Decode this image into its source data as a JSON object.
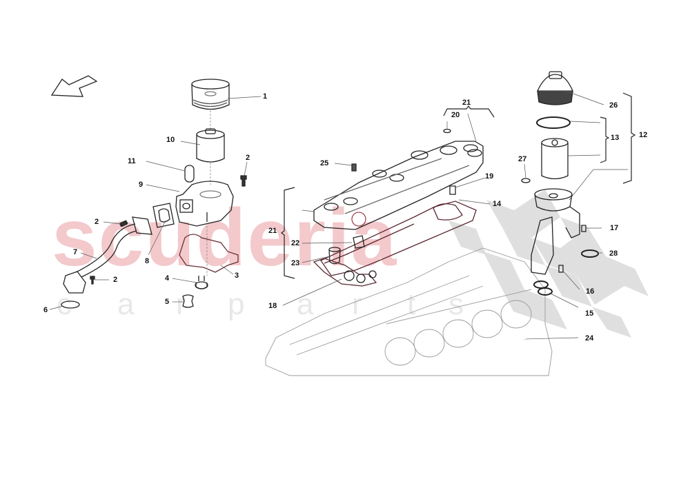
{
  "diagram": {
    "type": "exploded-parts-diagram",
    "subject": "Engine oil filter, oil filter housing, cylinder head cover and gaskets",
    "watermark": {
      "main_text": "scuderia",
      "sub_letters": [
        "c",
        "a",
        "r",
        "p",
        "a",
        "r",
        "t",
        "s"
      ],
      "main_color": "#f3c9cc",
      "sub_color": "#e8e8e8",
      "checker_color": "#d9d9d9"
    },
    "direction_arrow": "front-direction-arrow",
    "callouts": [
      {
        "id": "c1",
        "number": "1",
        "part": "oil filter cap"
      },
      {
        "id": "c2a",
        "number": "2",
        "part": "bolt (upper right)"
      },
      {
        "id": "c2b",
        "number": "2",
        "part": "bolt (pipe flange)"
      },
      {
        "id": "c2c",
        "number": "2",
        "part": "bolt (pipe elbow)"
      },
      {
        "id": "c3",
        "number": "3",
        "part": "housing gasket"
      },
      {
        "id": "c4",
        "number": "4",
        "part": "plug / valve"
      },
      {
        "id": "c5",
        "number": "5",
        "part": "seal sleeve"
      },
      {
        "id": "c6",
        "number": "6",
        "part": "o-ring"
      },
      {
        "id": "c7",
        "number": "7",
        "part": "oil pipe"
      },
      {
        "id": "c8",
        "number": "8",
        "part": "flange gasket"
      },
      {
        "id": "c9",
        "number": "9",
        "part": "oil filter housing"
      },
      {
        "id": "c10",
        "number": "10",
        "part": "oil filter element"
      },
      {
        "id": "c11",
        "number": "11",
        "part": "connector sleeve"
      },
      {
        "id": "c12",
        "number": "12",
        "part": "oil filter assembly (bracket)"
      },
      {
        "id": "c13",
        "number": "13",
        "part": "filter kit (bracket)"
      },
      {
        "id": "c14",
        "number": "14",
        "part": "head cover gasket"
      },
      {
        "id": "c15",
        "number": "15",
        "part": "o-rings"
      },
      {
        "id": "c16",
        "number": "16",
        "part": "bolt"
      },
      {
        "id": "c17",
        "number": "17",
        "part": "bolt"
      },
      {
        "id": "c18",
        "number": "18",
        "part": "gasket"
      },
      {
        "id": "c19",
        "number": "19",
        "part": "plug"
      },
      {
        "id": "c20",
        "number": "20",
        "part": "seal ring"
      },
      {
        "id": "c21a",
        "number": "21",
        "part": "cylinder head cover (top bracket)"
      },
      {
        "id": "c21b",
        "number": "21",
        "part": "cylinder head cover (side bracket)"
      },
      {
        "id": "c22",
        "number": "22",
        "part": "breather valve"
      },
      {
        "id": "c23",
        "number": "23",
        "part": "oil filler neck"
      },
      {
        "id": "c24",
        "number": "24",
        "part": "engine block"
      },
      {
        "id": "c25",
        "number": "25",
        "part": "screw"
      },
      {
        "id": "c26",
        "number": "26",
        "part": "filter cap"
      },
      {
        "id": "c27",
        "number": "27",
        "part": "o-ring"
      },
      {
        "id": "c28",
        "number": "28",
        "part": "o-ring"
      }
    ]
  }
}
